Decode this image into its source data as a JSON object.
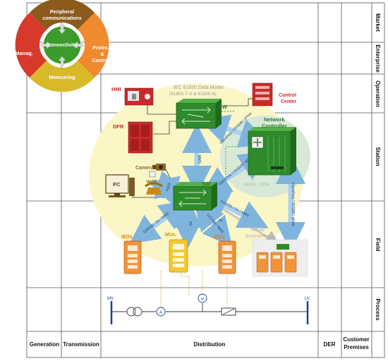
{
  "wheel": {
    "center": "Connectivity",
    "top": [
      "Peripheral",
      "communications"
    ],
    "left": "Manag.",
    "right": [
      "Protec.",
      "&",
      "Control"
    ],
    "bottom": "Measuring"
  },
  "columns": [
    "Generation",
    "Transmission",
    "Distribution",
    "DER",
    [
      "Customer",
      "Premises"
    ]
  ],
  "layers": [
    "Market",
    "Enterprise",
    "Operation",
    "Station",
    "Field",
    "Process"
  ],
  "standard": {
    "title": "IEC 61850 Data Model",
    "subtitle": "(61850-7-X & 61850-6)"
  },
  "devices": {
    "hmi": "HMI",
    "control_center": [
      "Control",
      "Center"
    ],
    "dfr": "DFR",
    "network_controller": [
      "Network",
      "Controller"
    ],
    "camera": "Camera",
    "pc": "PC",
    "voip": "VoIP",
    "sw_top": "SW",
    "sw_bottom": "SW",
    "ieds_left": "IEDs",
    "mus": "MUs",
    "ieds_right": "IEDs",
    "virtual": [
      "Virtual",
      "Enviroment"
    ],
    "json": "JSON / XDR"
  },
  "link_labels": {
    "mms": "MMS",
    "openflow_a": "OpenFlow / OVSDB / sFlow",
    "openflow_b": "OpenFlow / OVSDB / sFlow",
    "openflow_c": "OpenFlow / OVSDB / sFlow",
    "h323": "H323",
    "sv": "SV",
    "goose_sv_mms_left": "GOOSE / SV / MMS",
    "goose_mms": "GOOSE / MMS",
    "goose_sv_mms_right": "GOOSE / SV / MMS",
    "ns": "ns"
  },
  "process": {
    "mv": "MV",
    "lv": "LV",
    "ammeter": "A",
    "voltmeter": "V"
  },
  "colors": {
    "wheel_top": "#8b5a1c",
    "wheel_left": "#d7392b",
    "wheel_right": "#ef8a2e",
    "wheel_bottom": "#d8b92a",
    "wheel_center": "#3c9b2b",
    "switch": "#2e8b2b",
    "arrow": "#a9d2ee",
    "ied": "#f0943a",
    "mu": "#f5c832",
    "red_device": "#c92a2a",
    "yellow_zone": "#fbf6c4",
    "green_zone": "#dbeadb",
    "process_line": "#1e3f8f"
  }
}
